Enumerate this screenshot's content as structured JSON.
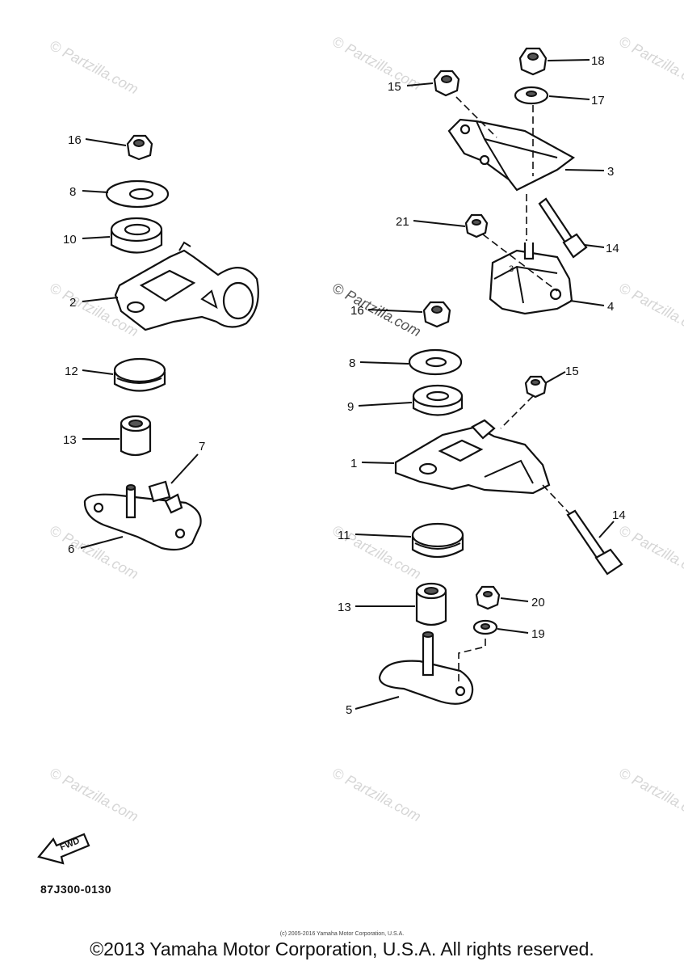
{
  "watermark": "© Partzilla.com",
  "callouts": [
    "16",
    "8",
    "10",
    "2",
    "12",
    "13",
    "7",
    "6",
    "15",
    "18",
    "17",
    "3",
    "21",
    "14",
    "4",
    "16",
    "8",
    "9",
    "15",
    "1",
    "14",
    "11",
    "13",
    "20",
    "19",
    "5"
  ],
  "fwd_label": "FWD",
  "figure_code": "87J300-0130",
  "small_copyright": "(c) 2005-2016 Yamaha Motor Corporation, U.S.A.",
  "copyright": "©2013 Yamaha Motor Corporation, U.S.A. All rights reserved."
}
